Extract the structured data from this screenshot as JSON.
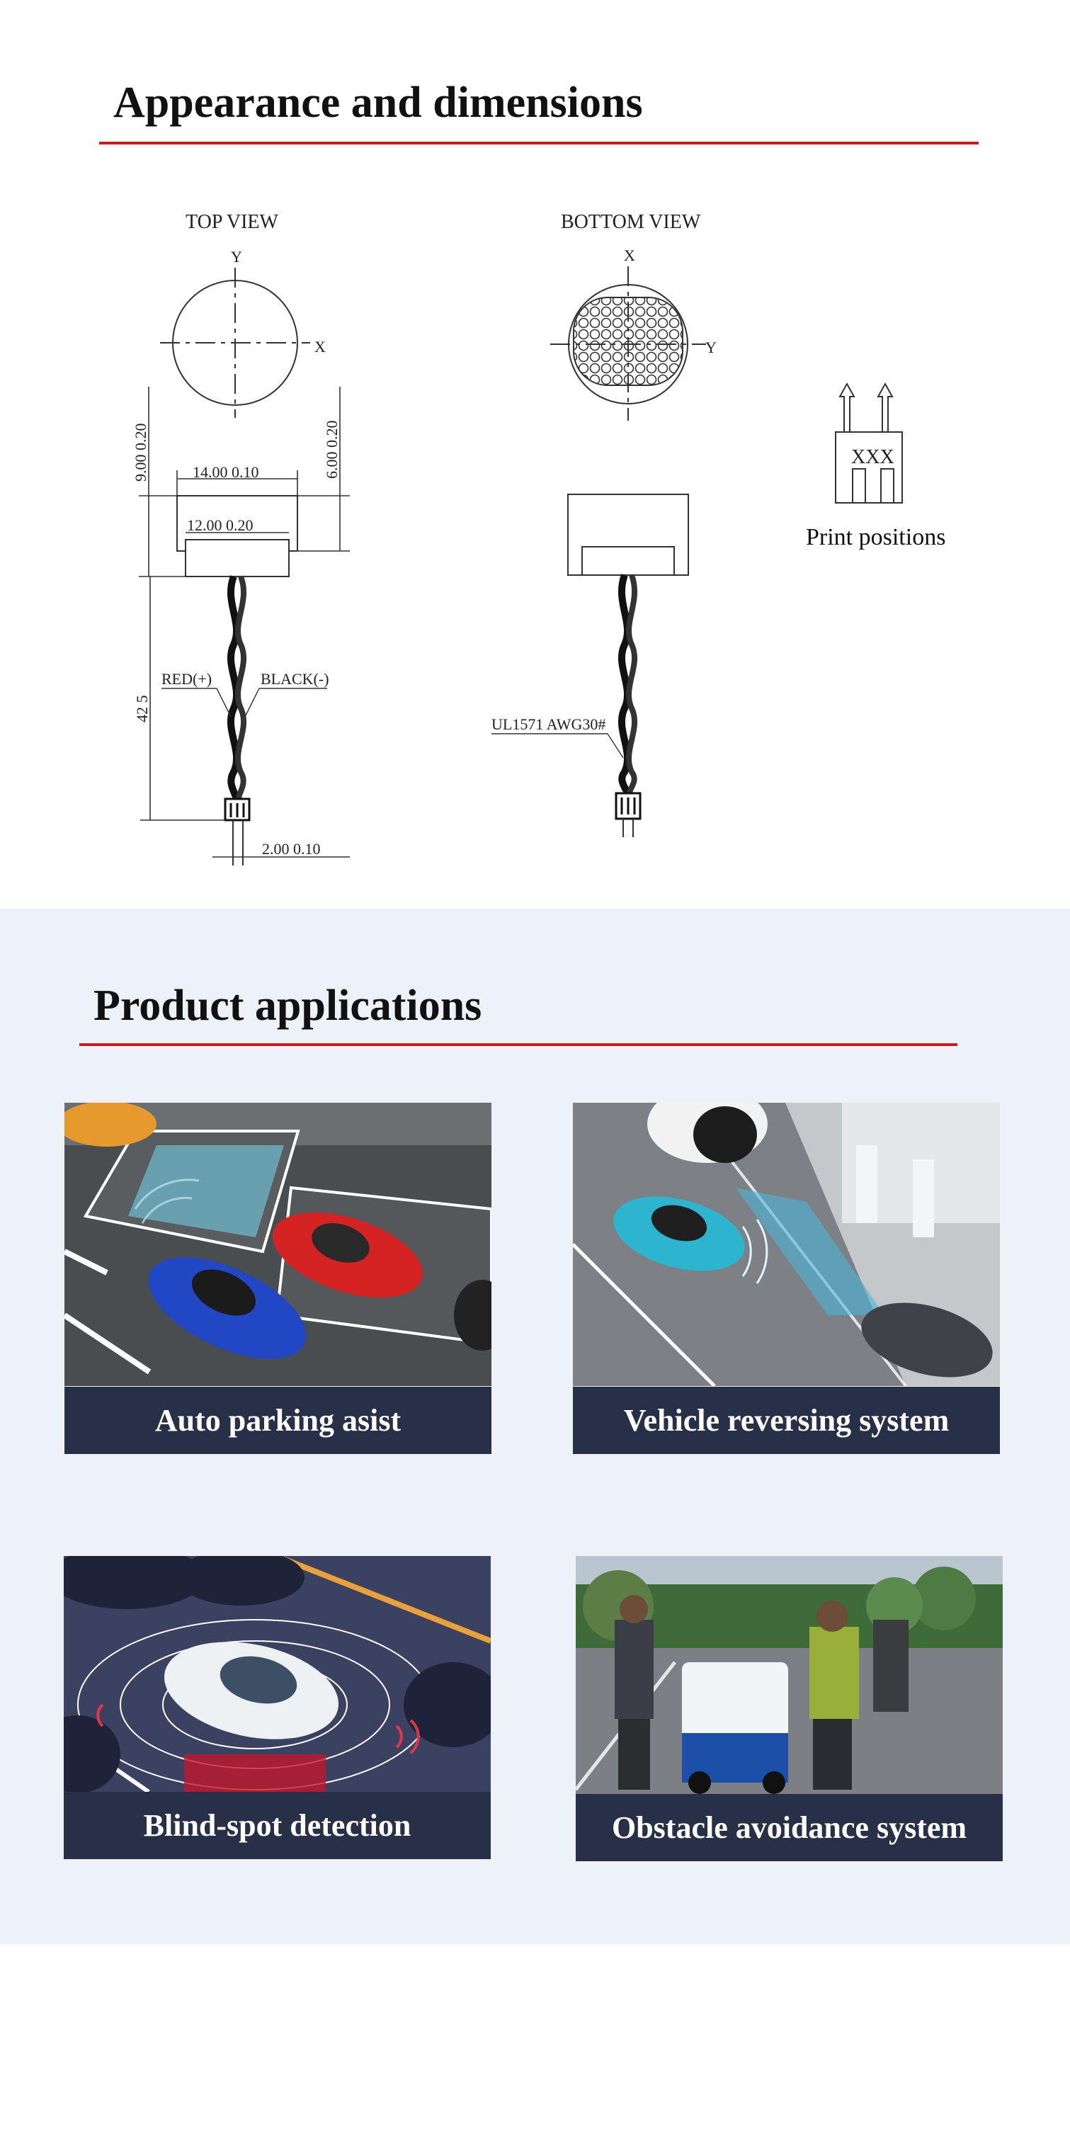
{
  "appearance": {
    "heading": "Appearance and dimensions",
    "top_view": {
      "title": "TOP VIEW",
      "axis_y": "Y",
      "axis_x": "X",
      "dim_width_outer": "14.00  0.10",
      "dim_width_inner": "12.00  0.20",
      "dim_height_total": "9.00  0.20",
      "dim_height_body": "6.00  0.20",
      "dim_cable_length": "42  5",
      "label_red": "RED(+)",
      "label_black": "BLACK(-)",
      "dim_pin_pitch": "2.00  0.10"
    },
    "bottom_view": {
      "title": "BOTTOM VIEW",
      "axis_x": "X",
      "axis_y": "Y",
      "cable_spec": "UL1571  AWG30#"
    },
    "print": {
      "marking": "XXX",
      "caption": "Print positions"
    }
  },
  "applications": {
    "heading": "Product applications",
    "cards": [
      {
        "label": "Auto parking asist"
      },
      {
        "label": "Vehicle reversing system"
      },
      {
        "label": "Blind-spot detection"
      },
      {
        "label": "Obstacle avoidance system"
      }
    ]
  }
}
